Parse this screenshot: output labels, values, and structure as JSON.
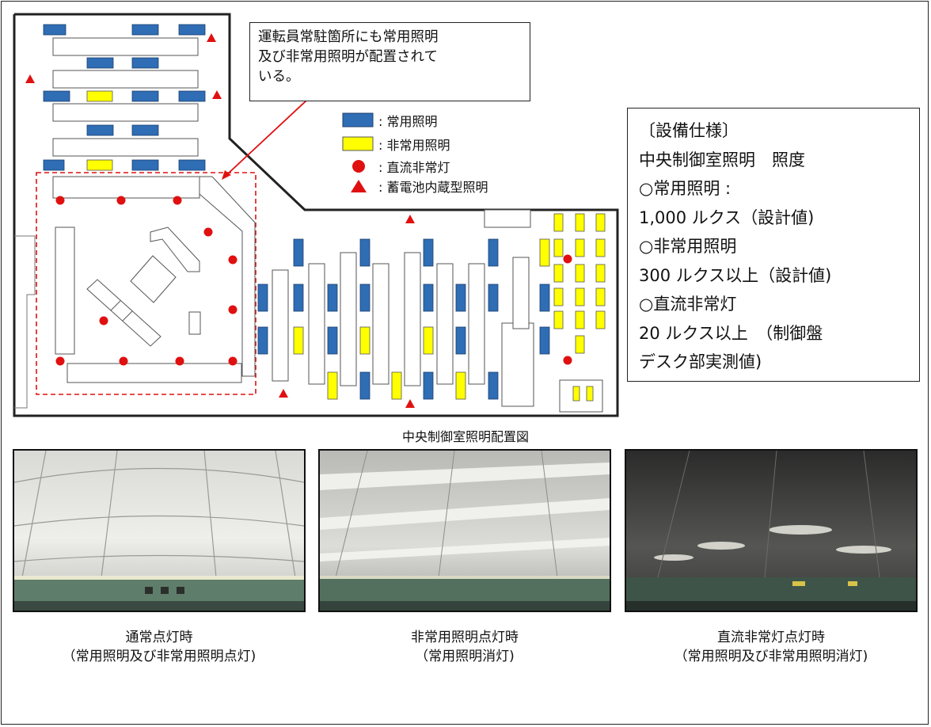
{
  "callout": {
    "line1": "運転員常駐箇所にも常用照明",
    "line2": "及び非常用照明が配置されて",
    "line3": "いる。"
  },
  "legend": {
    "normal": ": 常用照明",
    "emergency": ": 非常用照明",
    "dc": ": 直流非常灯",
    "battery": ": 蓄電池内蔵型照明"
  },
  "specs": {
    "title": "〔設備仕様〕",
    "heading": "中央制御室照明　照度",
    "normal_label": "○常用照明 :",
    "normal_value": "1,000 ルクス（設計値)",
    "emergency_label": "○非常用照明",
    "emergency_value": "300 ルクス以上（設計値)",
    "dc_label": "○直流非常灯",
    "dc_value": "20 ルクス以上　（制御盤",
    "dc_value2": "デスク部実測値)"
  },
  "plan_caption": "中央制御室照明配置図",
  "photos": [
    {
      "line1": "通常点灯時",
      "line2": "（常用照明及び非常用照明点灯)"
    },
    {
      "line1": "非常用照明点灯時",
      "line2": "（常用照明消灯)"
    },
    {
      "line1": "直流非常灯点灯時",
      "line2": "（常用照明及び非常用照明消灯)"
    }
  ],
  "colors": {
    "normal_light": "#2f6db5",
    "emergency_light": "#ffff00",
    "dc_light": "#e01010",
    "battery_light": "#e01010",
    "zone_outline": "#e01010"
  }
}
